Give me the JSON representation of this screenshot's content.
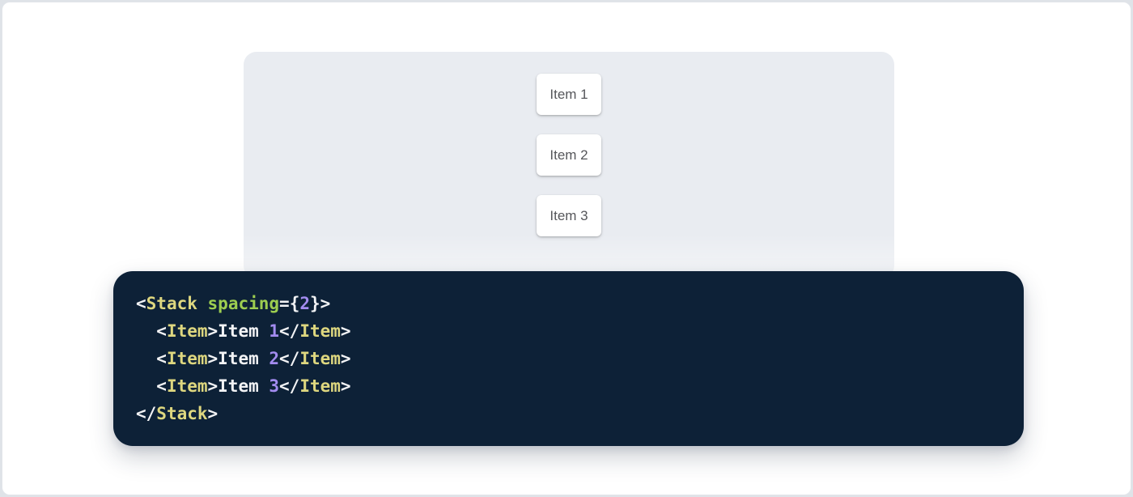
{
  "page": {
    "background": "#ffffff",
    "border_color": "#e2e5ea"
  },
  "demo": {
    "panel_bg": "#e9ecf1",
    "item_bg": "#ffffff",
    "item_text_color": "#55565a",
    "items": [
      "Item 1",
      "Item 2",
      "Item 3"
    ]
  },
  "code": {
    "bg": "#0d2137",
    "token_colors": {
      "plain": "#f2f3f5",
      "tag": "#ded77f",
      "attr": "#9dce50",
      "number": "#a38cf0"
    },
    "lines": [
      [
        {
          "text": "<",
          "type": "plain"
        },
        {
          "text": "Stack",
          "type": "tag"
        },
        {
          "text": " ",
          "type": "plain"
        },
        {
          "text": "spacing",
          "type": "attr"
        },
        {
          "text": "={",
          "type": "plain"
        },
        {
          "text": "2",
          "type": "number"
        },
        {
          "text": "}>",
          "type": "plain"
        }
      ],
      [
        {
          "text": "  <",
          "type": "plain"
        },
        {
          "text": "Item",
          "type": "tag"
        },
        {
          "text": ">Item ",
          "type": "plain"
        },
        {
          "text": "1",
          "type": "number"
        },
        {
          "text": "</",
          "type": "plain"
        },
        {
          "text": "Item",
          "type": "tag"
        },
        {
          "text": ">",
          "type": "plain"
        }
      ],
      [
        {
          "text": "  <",
          "type": "plain"
        },
        {
          "text": "Item",
          "type": "tag"
        },
        {
          "text": ">Item ",
          "type": "plain"
        },
        {
          "text": "2",
          "type": "number"
        },
        {
          "text": "</",
          "type": "plain"
        },
        {
          "text": "Item",
          "type": "tag"
        },
        {
          "text": ">",
          "type": "plain"
        }
      ],
      [
        {
          "text": "  <",
          "type": "plain"
        },
        {
          "text": ">Item ",
          "type": "skip"
        },
        {
          "text": "<Item",
          "type": "skip2"
        },
        {
          "text": "  <",
          "type": "skip3"
        },
        {
          "text": "Item",
          "type": "tag"
        },
        {
          "text": ">Item ",
          "type": "plain"
        },
        {
          "text": "3",
          "type": "number"
        },
        {
          "text": "</",
          "type": "plain"
        },
        {
          "text": "Item",
          "type": "tag"
        },
        {
          "text": ">",
          "type": "plain"
        }
      ],
      [
        {
          "text": "</",
          "type": "plain"
        },
        {
          "text": "Stack",
          "type": "tag"
        },
        {
          "text": ">",
          "type": "plain"
        }
      ]
    ]
  }
}
